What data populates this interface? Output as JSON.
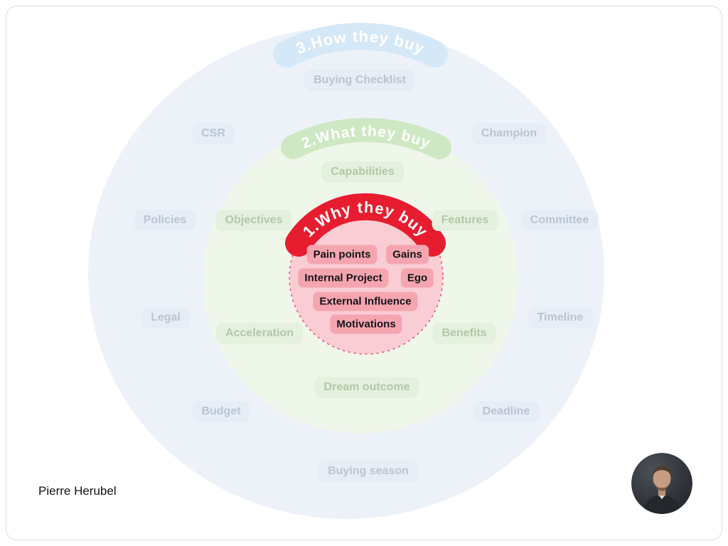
{
  "page": {
    "author": "Pierre Herubel"
  },
  "diagram": {
    "rings": [
      {
        "name": "how-they-buy",
        "band_label": "3.How they buy",
        "band_color": "#d5e8f7",
        "circle_color": "#edf2f9",
        "label_bg_color": "#e7edf6",
        "label_text_color": "#b9c4d2",
        "labels": [
          "Buying Checklist",
          "CSR",
          "Champion",
          "Policies",
          "Committee",
          "Legal",
          "Timeline",
          "Budget",
          "Deadline",
          "Buying season"
        ]
      },
      {
        "name": "what-they-buy",
        "band_label": "2.What they buy",
        "band_color": "#cee8c4",
        "circle_color": "#eff6ea",
        "label_bg_color": "#e5f1df",
        "label_text_color": "#b2c7a8",
        "labels": [
          "Capabilities",
          "Objectives",
          "Features",
          "Acceleration",
          "Benefits",
          "Dream outcome"
        ]
      },
      {
        "name": "why-they-buy",
        "band_label": "1.Why they buy",
        "band_color": "#e71d2f",
        "circle_color": "#f9cdd3",
        "circle_border_color": "#e84b5e",
        "label_bg_color": "#f5a5b0",
        "label_text_color": "#141419",
        "labels": [
          "Pain points",
          "Gains",
          "Internal Project",
          "Ego",
          "External Influence",
          "Motivations"
        ]
      }
    ]
  }
}
